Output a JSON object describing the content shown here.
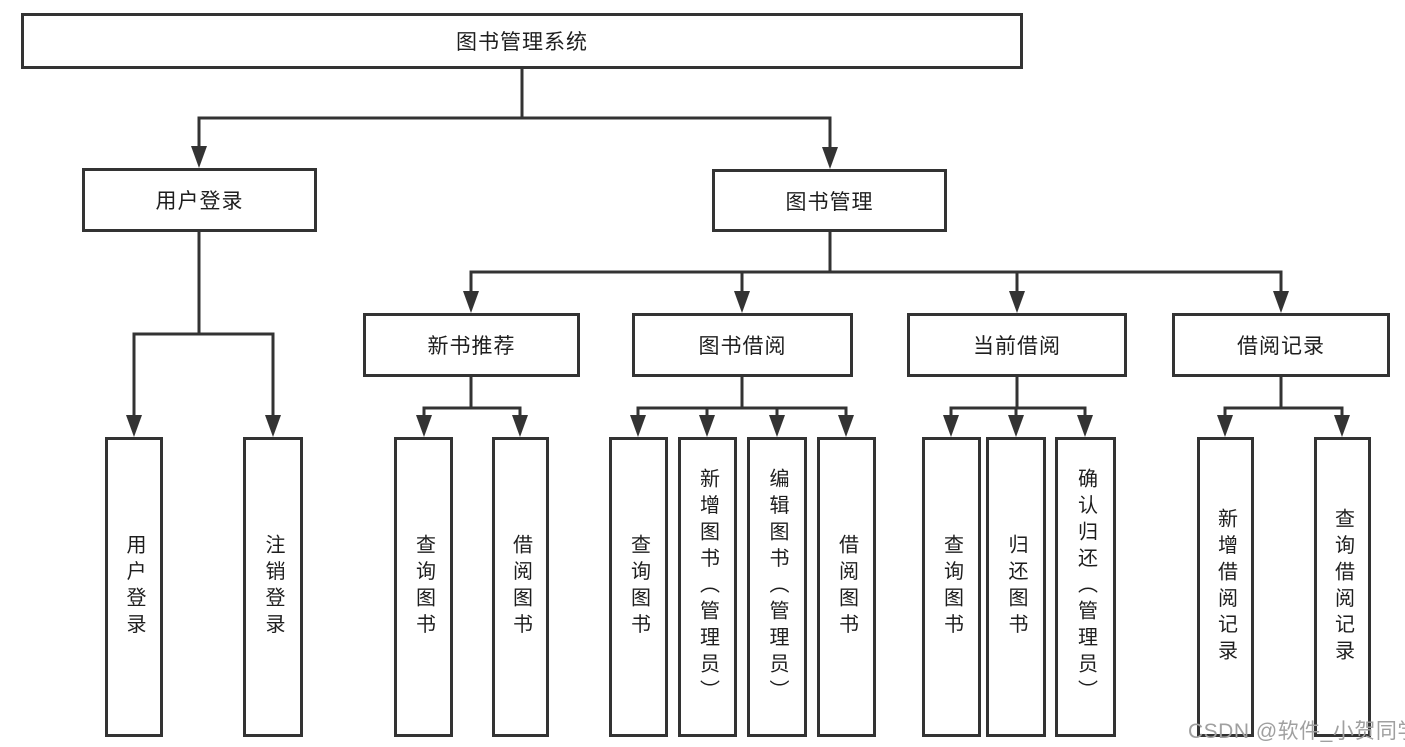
{
  "diagram": {
    "type": "tree",
    "root": {
      "label": "图书管理系统"
    },
    "level2": [
      {
        "label": "用户登录",
        "children": [
          "用户登录",
          "注销登录"
        ]
      },
      {
        "label": "图书管理"
      }
    ],
    "level3": [
      {
        "label": "新书推荐",
        "children": [
          "查询图书",
          "借阅图书"
        ]
      },
      {
        "label": "图书借阅",
        "children": [
          "查询图书",
          "新增图书（管理员）",
          "编辑图书（管理员）",
          "借阅图书"
        ]
      },
      {
        "label": "当前借阅",
        "children": [
          "查询图书",
          "归还图书",
          "确认归还（管理员）"
        ]
      },
      {
        "label": "借阅记录",
        "children": [
          "新增借阅记录",
          "查询借阅记录"
        ]
      }
    ]
  },
  "watermark": {
    "text": "CSDN @软件_小贺同学"
  },
  "colors": {
    "line": "#333333",
    "text": "#1e1e1e",
    "box_background": "#ffffff",
    "watermark": "#a0a0a0"
  }
}
